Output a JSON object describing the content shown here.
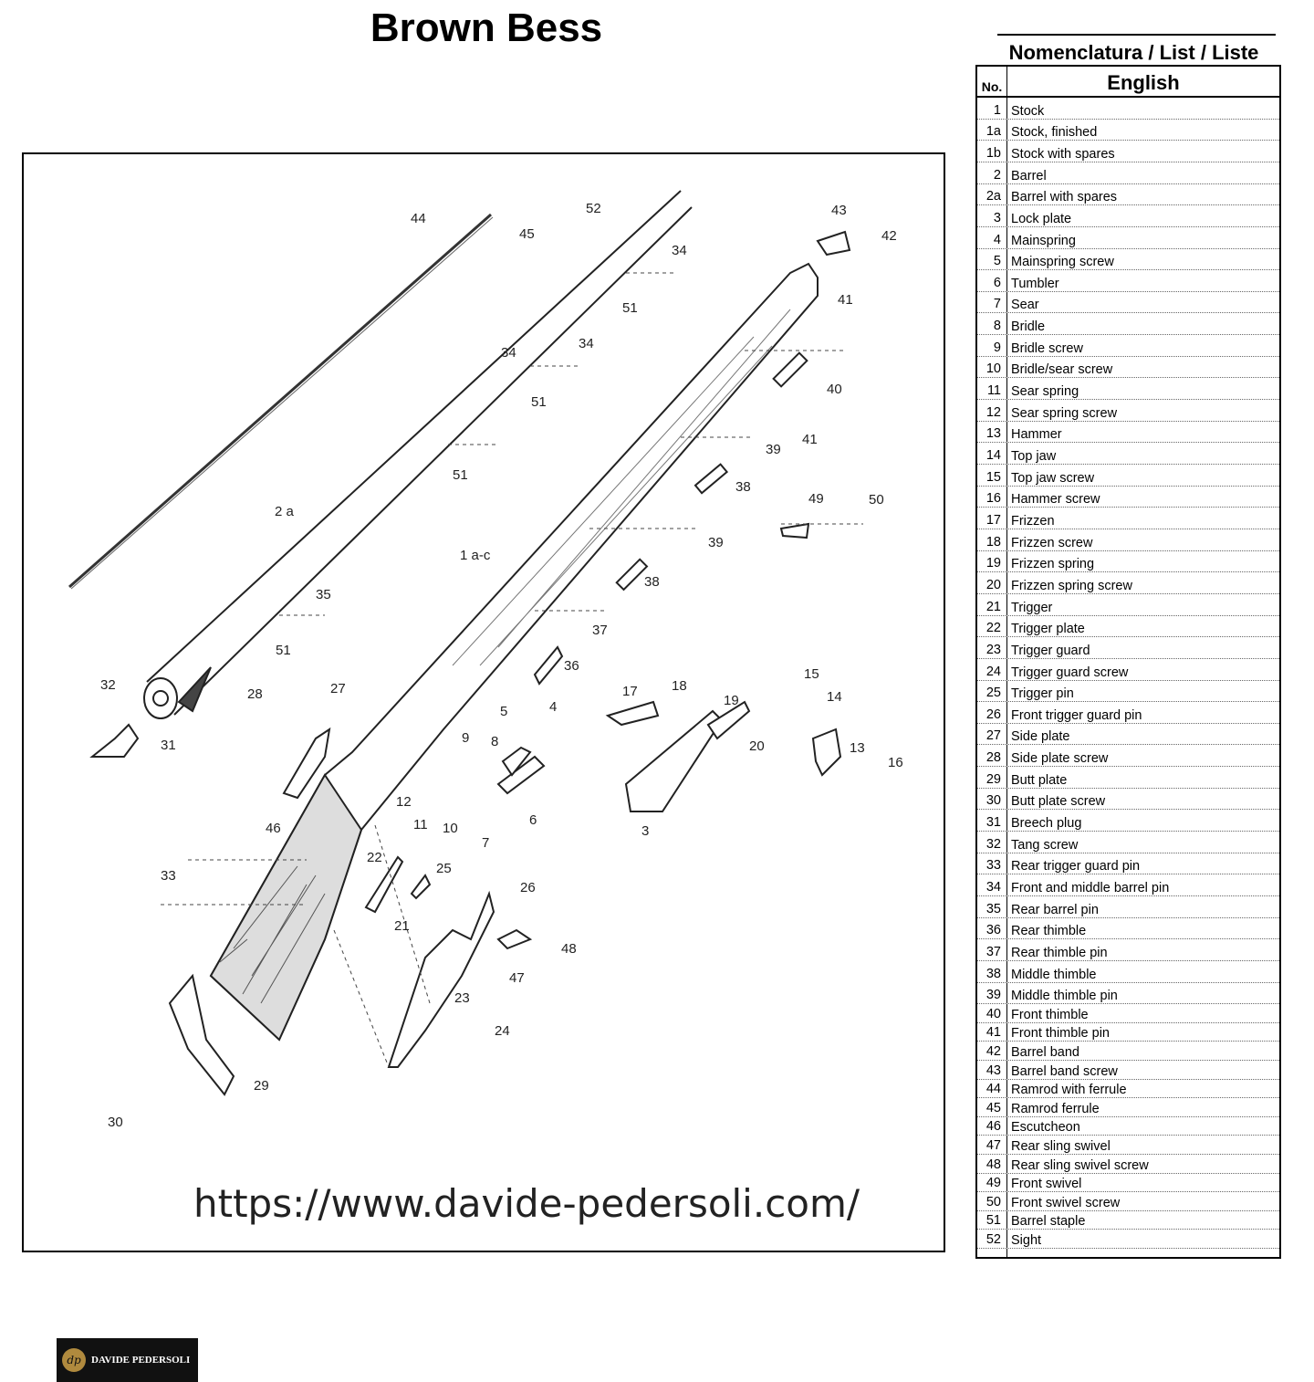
{
  "title": "Brown Bess",
  "url": "https://www.davide-pedersoli.com/",
  "logo": {
    "emblem": "dp",
    "text": "DAVIDE PEDERSOLI"
  },
  "list": {
    "heading": "Nomenclatura / List / Liste",
    "col_no": "No.",
    "col_lang": "English",
    "items": [
      {
        "no": "1",
        "name": "Stock"
      },
      {
        "no": "1a",
        "name": "Stock, finished"
      },
      {
        "no": "1b",
        "name": "Stock with spares"
      },
      {
        "no": "2",
        "name": "Barrel"
      },
      {
        "no": "2a",
        "name": "Barrel with spares"
      },
      {
        "no": "3",
        "name": "Lock plate"
      },
      {
        "no": "4",
        "name": "Mainspring"
      },
      {
        "no": "5",
        "name": "Mainspring screw"
      },
      {
        "no": "6",
        "name": "Tumbler"
      },
      {
        "no": "7",
        "name": "Sear"
      },
      {
        "no": "8",
        "name": "Bridle"
      },
      {
        "no": "9",
        "name": "Bridle screw"
      },
      {
        "no": "10",
        "name": "Bridle/sear screw"
      },
      {
        "no": "11",
        "name": "Sear spring"
      },
      {
        "no": "12",
        "name": "Sear spring screw"
      },
      {
        "no": "13",
        "name": "Hammer"
      },
      {
        "no": "14",
        "name": "Top jaw"
      },
      {
        "no": "15",
        "name": "Top jaw screw"
      },
      {
        "no": "16",
        "name": "Hammer screw"
      },
      {
        "no": "17",
        "name": "Frizzen"
      },
      {
        "no": "18",
        "name": "Frizzen screw"
      },
      {
        "no": "19",
        "name": "Frizzen spring"
      },
      {
        "no": "20",
        "name": "Frizzen spring screw"
      },
      {
        "no": "21",
        "name": "Trigger"
      },
      {
        "no": "22",
        "name": "Trigger plate"
      },
      {
        "no": "23",
        "name": "Trigger guard"
      },
      {
        "no": "24",
        "name": "Trigger guard screw"
      },
      {
        "no": "25",
        "name": "Trigger pin"
      },
      {
        "no": "26",
        "name": "Front trigger guard pin"
      },
      {
        "no": "27",
        "name": "Side plate"
      },
      {
        "no": "28",
        "name": "Side plate screw"
      },
      {
        "no": "29",
        "name": "Butt plate"
      },
      {
        "no": "30",
        "name": "Butt plate screw"
      },
      {
        "no": "31",
        "name": "Breech plug"
      },
      {
        "no": "32",
        "name": "Tang screw"
      },
      {
        "no": "33",
        "name": "Rear trigger guard pin"
      },
      {
        "no": "34",
        "name": "Front and middle barrel pin"
      },
      {
        "no": "35",
        "name": "Rear barrel pin"
      },
      {
        "no": "36",
        "name": "Rear thimble"
      },
      {
        "no": "37",
        "name": "Rear thimble pin"
      },
      {
        "no": "38",
        "name": "Middle thimble"
      },
      {
        "no": "39",
        "name": "Middle thimble pin"
      },
      {
        "no": "40",
        "name": "Front thimble"
      },
      {
        "no": "41",
        "name": "Front thimble pin"
      },
      {
        "no": "42",
        "name": "Barrel band"
      },
      {
        "no": "43",
        "name": "Barrel band screw"
      },
      {
        "no": "44",
        "name": "Ramrod with ferrule"
      },
      {
        "no": "45",
        "name": "Ramrod ferrule"
      },
      {
        "no": "46",
        "name": "Escutcheon"
      },
      {
        "no": "47",
        "name": "Rear sling swivel"
      },
      {
        "no": "48",
        "name": "Rear sling swivel screw"
      },
      {
        "no": "49",
        "name": "Front swivel"
      },
      {
        "no": "50",
        "name": "Front swivel screw"
      },
      {
        "no": "51",
        "name": "Barrel staple"
      },
      {
        "no": "52",
        "name": "Sight"
      }
    ]
  },
  "diagram": {
    "labels": [
      "44",
      "45",
      "52",
      "34",
      "51",
      "34",
      "51",
      "34",
      "51",
      "2 a",
      "1 a-c",
      "35",
      "51",
      "32",
      "31",
      "28",
      "27",
      "33",
      "46",
      "43",
      "42",
      "41",
      "40",
      "41",
      "39",
      "38",
      "49",
      "50",
      "39",
      "38",
      "37",
      "36",
      "17",
      "18",
      "19",
      "20",
      "15",
      "14",
      "13",
      "16",
      "5",
      "4",
      "9",
      "8",
      "12",
      "11",
      "10",
      "7",
      "6",
      "3",
      "22",
      "25",
      "26",
      "21",
      "48",
      "47",
      "23",
      "24",
      "29",
      "30"
    ]
  }
}
